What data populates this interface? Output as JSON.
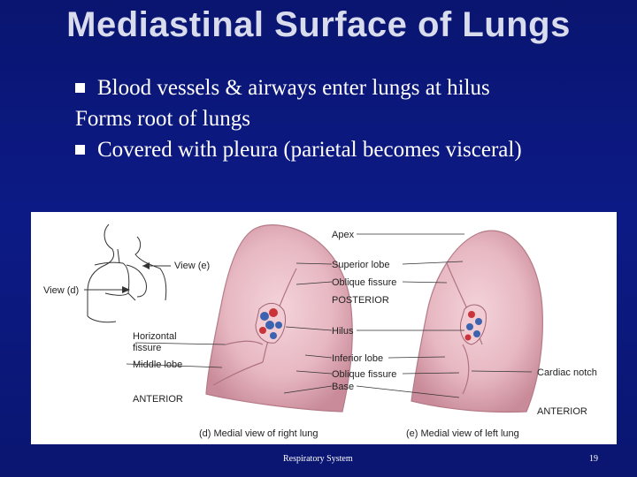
{
  "slide": {
    "title": "Mediastinal Surface of Lungs",
    "bullets": [
      {
        "text": "Blood vessels & airways enter lungs at hilus",
        "marker": true
      },
      {
        "text": "Forms root of lungs",
        "marker": false
      },
      {
        "text": "Covered with pleura (parietal becomes visceral)",
        "marker": true
      }
    ],
    "footer": "Respiratory System",
    "page_number": "19"
  },
  "figure": {
    "labels": {
      "view_e": "View (e)",
      "view_d": "View (d)",
      "horizontal_fissure_1": "Horizontal",
      "horizontal_fissure_2": "fissure",
      "middle_lobe": "Middle lobe",
      "anterior_left": "ANTERIOR",
      "apex": "Apex",
      "superior_lobe": "Superior lobe",
      "oblique_fissure_top": "Oblique fissure",
      "posterior": "POSTERIOR",
      "hilus": "Hilus",
      "inferior_lobe": "Inferior lobe",
      "oblique_fissure_bottom": "Oblique fissure",
      "base": "Base",
      "cardiac_notch": "Cardiac notch",
      "anterior_right": "ANTERIOR",
      "caption_d": "(d) Medial view of right lung",
      "caption_e": "(e) Medial view of left lung"
    }
  },
  "colors": {
    "background": "#0c1a86",
    "title": "#d9dcec",
    "lung": "#e7b8c2"
  }
}
